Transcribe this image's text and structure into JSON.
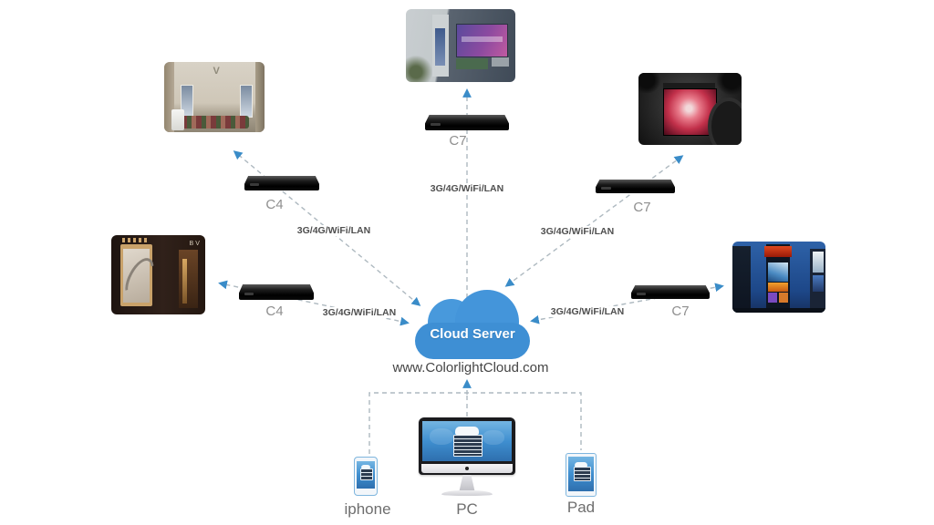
{
  "diagram": {
    "cloud": {
      "label": "Cloud Server",
      "url": "www.ColorlightCloud.com"
    },
    "connections": [
      {
        "position": "upper-left",
        "network_label": "3G/4G/WiFi/LAN",
        "controller": "C4",
        "display": "indoor-lobby-display"
      },
      {
        "position": "lower-left",
        "network_label": "3G/4G/WiFi/LAN",
        "controller": "C4",
        "display": "jewelry-storefront-display"
      },
      {
        "position": "top-center",
        "network_label": "3G/4G/WiFi/LAN",
        "controller": "C7",
        "display": "building-led-billboard"
      },
      {
        "position": "upper-right",
        "network_label": "3G/4G/WiFi/LAN",
        "controller": "C7",
        "display": "outdoor-night-led-screen"
      },
      {
        "position": "lower-right",
        "network_label": "3G/4G/WiFi/LAN",
        "controller": "C7",
        "display": "times-square-led-billboards"
      }
    ],
    "clients": [
      {
        "label": "iphone"
      },
      {
        "label": "PC"
      },
      {
        "label": "Pad"
      }
    ],
    "photo_texts": {
      "lobby_logo": "V",
      "storefront_sign": "BV"
    },
    "colors": {
      "cloud_blue": "#3e8fd4",
      "arrow_blue": "#3a8cc8",
      "line_gray": "#aeb9c0",
      "client_screen_blue": "#3f8fd0"
    }
  }
}
